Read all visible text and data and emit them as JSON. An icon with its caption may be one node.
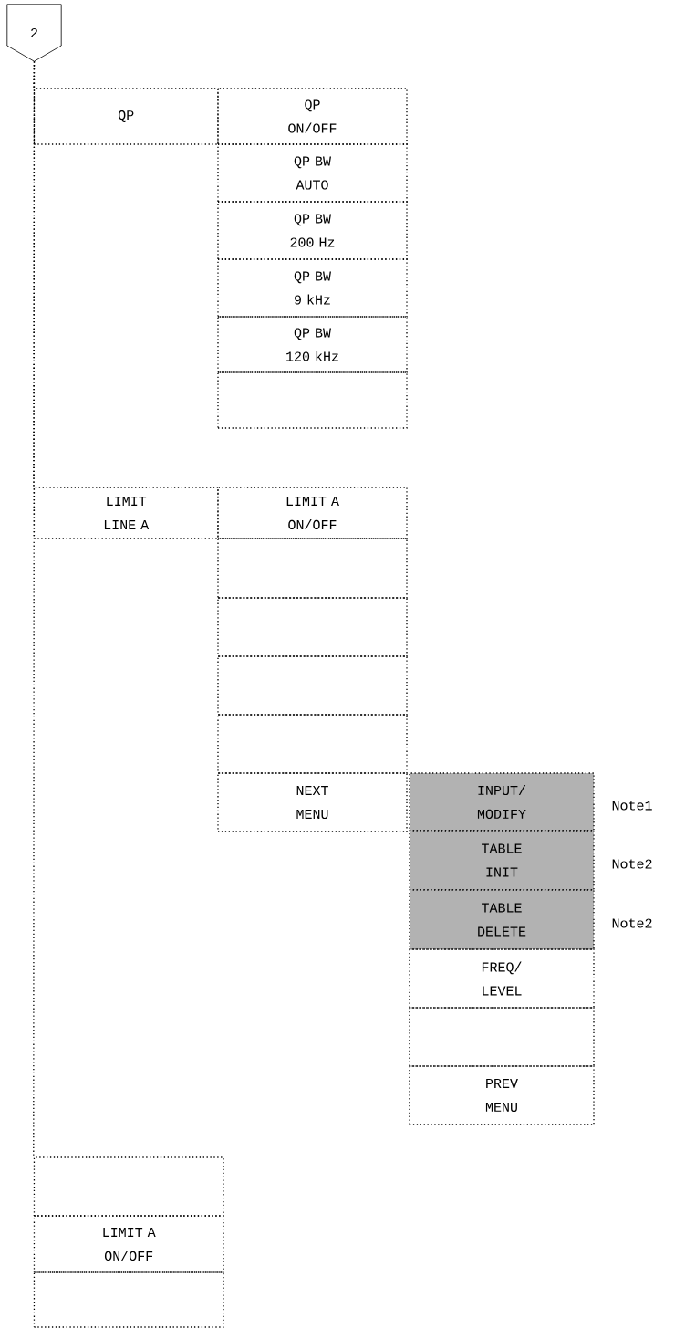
{
  "diagram": {
    "nodes": [
      {
        "text": [
          "2"
        ]
      },
      {
        "text": [
          "QP"
        ]
      },
      {
        "text": [
          "QP ON/OFF"
        ]
      },
      {
        "text": [
          "QP BW AUTO"
        ]
      },
      {
        "text": [
          "QP BW 200 Hz"
        ]
      },
      {
        "text": [
          "QP BW 9 kHz"
        ]
      },
      {
        "text": [
          "QP BW 120 kHz"
        ]
      },
      {
        "text": [],
        "shape": "box"
      },
      {
        "text": [
          "LIMIT LINE A"
        ]
      },
      {
        "text": [
          "LIMIT A ON/OFF"
        ]
      },
      {
        "text": [],
        "shape": "box"
      },
      {
        "text": [],
        "shape": "box"
      },
      {
        "text": [],
        "shape": "box"
      },
      {
        "text": [],
        "shape": "box"
      },
      {
        "text": [
          "NEXT MENU"
        ]
      },
      {
        "text": [
          "INPUT/ MODIFY"
        ],
        "beside": [
          "Note1"
        ]
      },
      {
        "text": [
          "TABLE INIT"
        ],
        "beside": [
          "Note2"
        ]
      },
      {
        "text": [
          "TABLE DELETE"
        ],
        "beside": [
          "Note2"
        ]
      },
      {
        "text": [
          "FREQ/ LEVEL"
        ]
      },
      {
        "text": [],
        "shape": "box"
      },
      {
        "text": [
          "PREV MENU"
        ]
      },
      {
        "text": [],
        "shape": "box"
      },
      {
        "text": [
          "LIMIT A ON/OFF"
        ]
      },
      {
        "text": [],
        "shape": "box"
      }
    ],
    "edges": [
      {
        "from": 0,
        "to": 1,
        "arrow": "none",
        "style": "dashed"
      },
      {
        "from": 0,
        "to": 8,
        "arrow": "none",
        "style": "dashed"
      },
      {
        "from": 0,
        "to": 21,
        "arrow": "none",
        "style": "dashed"
      }
    ]
  }
}
